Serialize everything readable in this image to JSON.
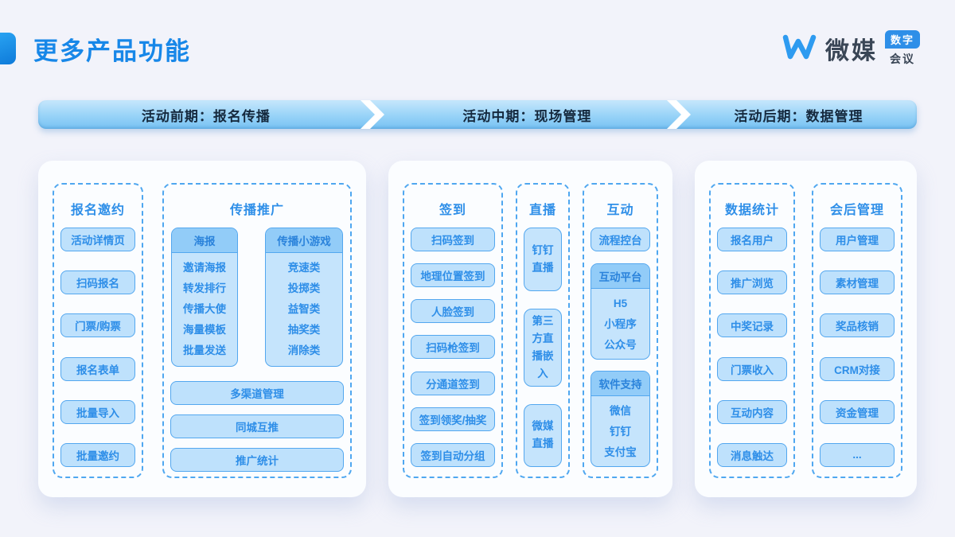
{
  "header": {
    "title": "更多产品功能",
    "logo": {
      "brand": "微媒",
      "badge": "数字",
      "suffix": "会议"
    }
  },
  "banner": {
    "phases": [
      "活动前期：报名传播",
      "活动中期：现场管理",
      "活动后期：数据管理"
    ]
  },
  "colors": {
    "accent_blue": "#1787E8",
    "button_fill": "#BEE1FC",
    "button_border": "#53A7EF",
    "button_text": "#2E8EE8",
    "card_header_fill": "#92CCF8",
    "banner_fill": "#9DD5F8",
    "banner_text": "#15293E",
    "page_background": "#F2F3FA",
    "panel_background": "#FBFDFF"
  },
  "panels": [
    {
      "groups": [
        {
          "title": "报名邀约",
          "items": [
            "活动详情页",
            "扫码报名",
            "门票/购票",
            "报名表单",
            "批量导入",
            "批量邀约"
          ]
        },
        {
          "title": "传播推广",
          "cards": [
            {
              "header": "海报",
              "items": [
                "邀请海报",
                "转发排行",
                "传播大使",
                "海量模板",
                "批量发送"
              ]
            },
            {
              "header": "传播小游戏",
              "items": [
                "竞速类",
                "投掷类",
                "益智类",
                "抽奖类",
                "消除类"
              ]
            }
          ],
          "wide": [
            "多渠道管理",
            "同城互推",
            "推广统计"
          ]
        }
      ]
    },
    {
      "groups": [
        {
          "title": "签到",
          "items": [
            "扫码签到",
            "地理位置签到",
            "人脸签到",
            "扫码枪签到",
            "分通道签到",
            "签到领奖/抽奖",
            "签到自动分组"
          ]
        },
        {
          "title": "直播",
          "items": [
            "钉钉直播",
            "第三方直播嵌入",
            "微媒直播"
          ]
        },
        {
          "title": "互动",
          "button": "流程控台",
          "cards": [
            {
              "header": "互动平台",
              "items": [
                "H5",
                "小程序",
                "公众号"
              ]
            },
            {
              "header": "软件支持",
              "items": [
                "微信",
                "钉钉",
                "支付宝"
              ]
            }
          ]
        }
      ]
    },
    {
      "groups": [
        {
          "title": "数据统计",
          "items": [
            "报名用户",
            "推广浏览",
            "中奖记录",
            "门票收入",
            "互动内容",
            "消息触达"
          ]
        },
        {
          "title": "会后管理",
          "items": [
            "用户管理",
            "素材管理",
            "奖品核销",
            "CRM对接",
            "资金管理",
            "..."
          ]
        }
      ]
    }
  ]
}
